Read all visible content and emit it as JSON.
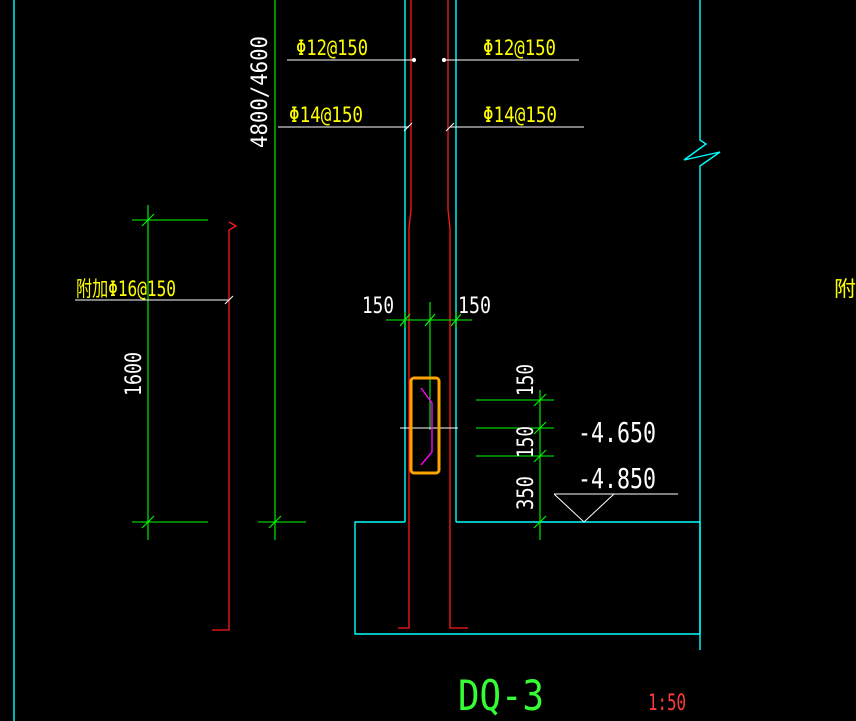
{
  "drawing": {
    "title": "DQ-3",
    "scale": "1:50",
    "colors": {
      "background": "#000000",
      "text_yellow": "#ffff00",
      "dimension_green": "#00ff00",
      "rebar_red": "#ff0000",
      "outline_cyan": "#00ffff",
      "leader_white": "#ffffff",
      "highlight_orange": "#ffa500",
      "detail_magenta": "#ff00ff",
      "title_green": "#33ff33",
      "scale_red": "#ff3b3b"
    }
  },
  "rebar_labels": {
    "top_left": "Φ12@150",
    "top_right": "Φ12@150",
    "mid_left": "Φ14@150",
    "mid_right": "Φ14@150",
    "additional_left": "附加Φ16@150",
    "additional_right_partial": "附"
  },
  "dimensions": {
    "vertical_span": "4800/4600",
    "additional_length": "1600",
    "left_cover": "150",
    "right_cover": "150",
    "dim_a": "150",
    "dim_b": "150",
    "dim_c": "350"
  },
  "elevations": {
    "upper": "-4.650",
    "lower": "-4.850"
  }
}
